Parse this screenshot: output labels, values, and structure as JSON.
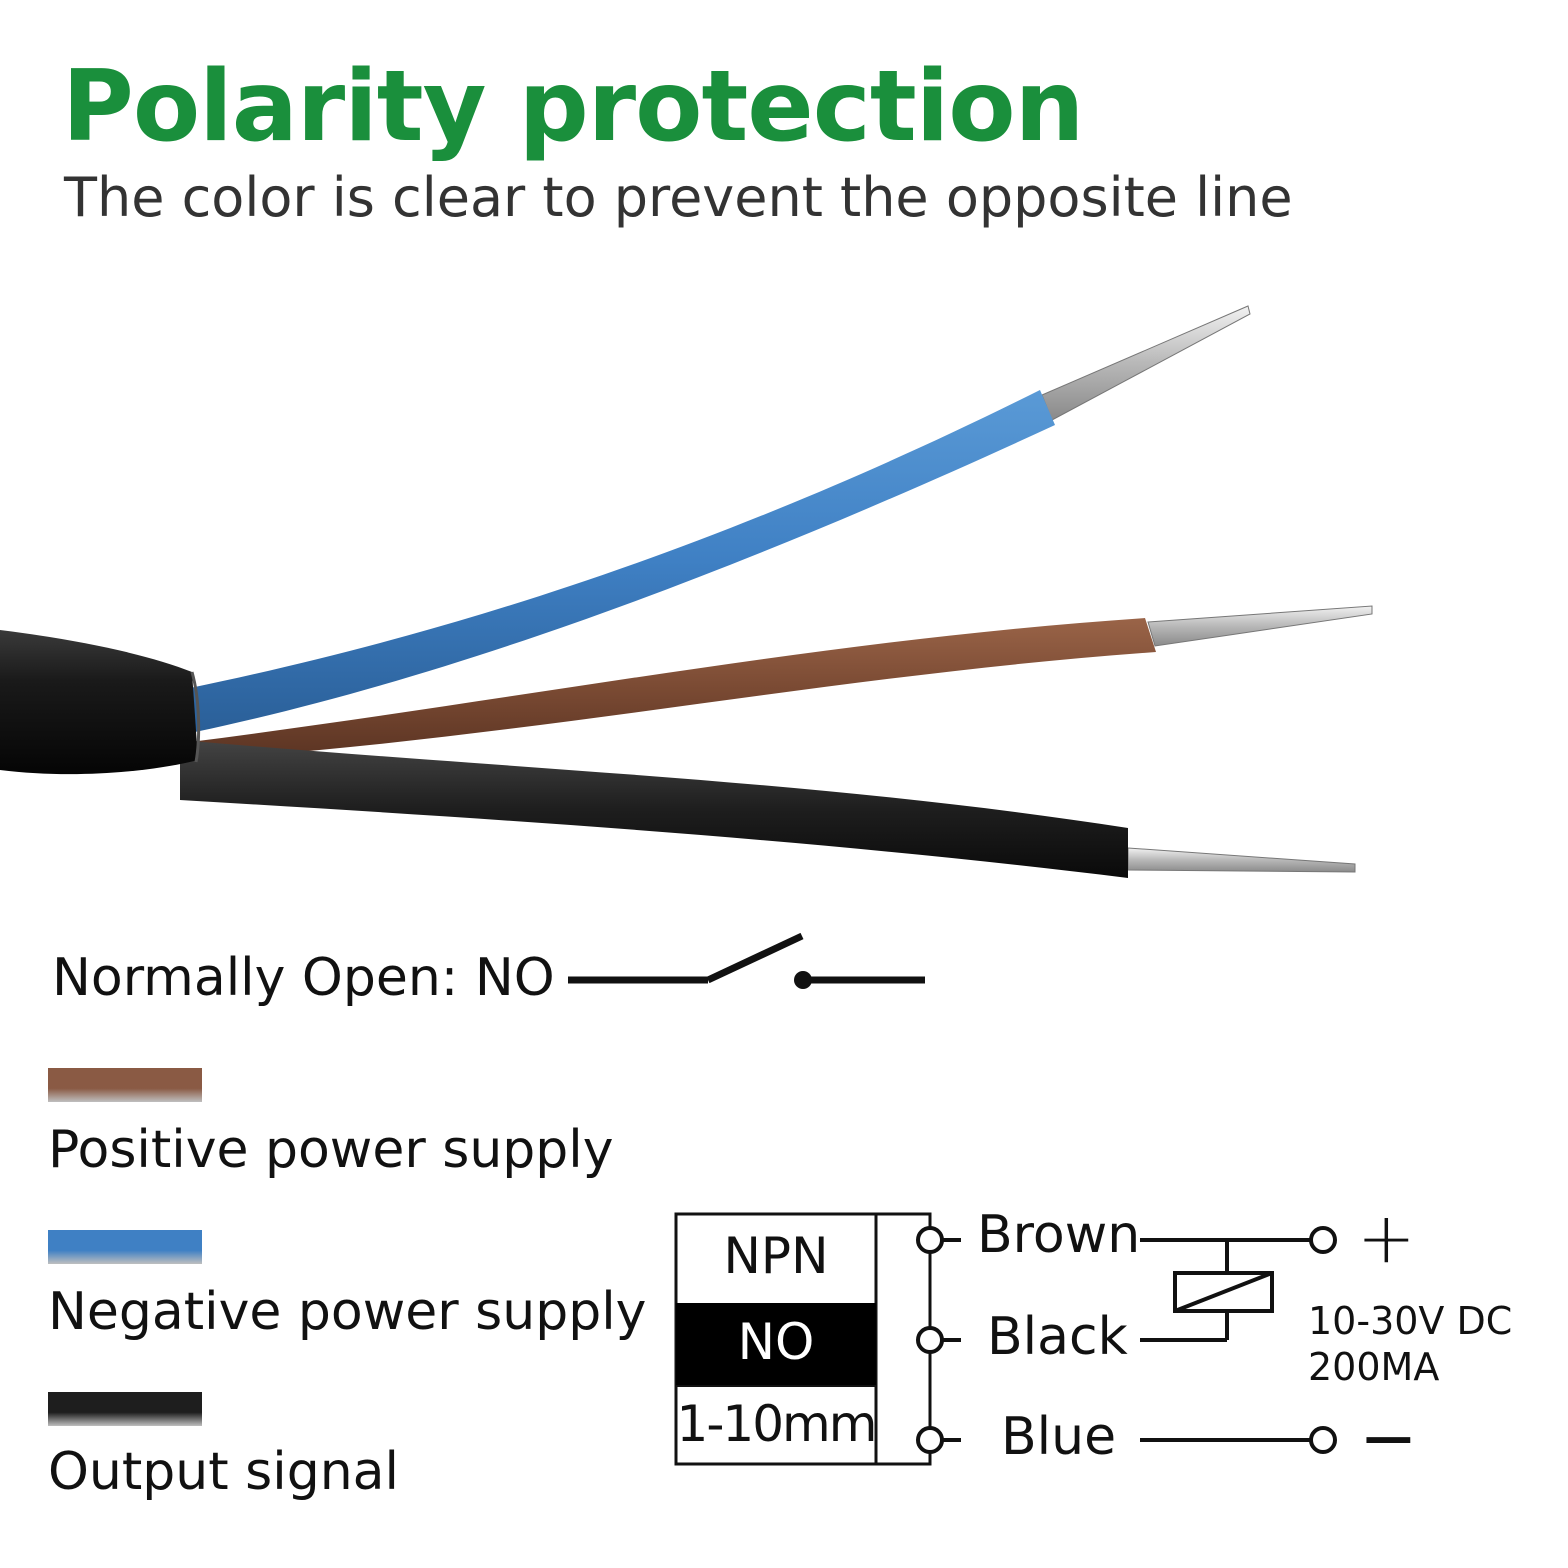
{
  "header": {
    "title": "Polarity protection",
    "subtitle": "The color is clear to prevent the opposite line"
  },
  "colors": {
    "title_green": "#1a8f3c",
    "brown_wire": "#7a4a33",
    "blue_wire": "#3f80c4",
    "black_wire": "#1e1e1e"
  },
  "switch": {
    "label": "Normally Open: NO",
    "icon": "normally-open-switch-icon"
  },
  "legend": {
    "items": [
      {
        "color": "#8a5a44",
        "label": "Positive power supply"
      },
      {
        "color": "#3f80c4",
        "label": "Negative power supply"
      },
      {
        "color": "#1e1e1e",
        "label": "Output signal"
      }
    ]
  },
  "sensor_box": {
    "type": "NPN",
    "mode": "NO",
    "range": "1-10mm"
  },
  "wiring": {
    "wires": [
      "Brown",
      "Black",
      "Blue"
    ],
    "plus": "+",
    "minus": "−",
    "voltage": "10-30V DC",
    "current": "200MA"
  }
}
